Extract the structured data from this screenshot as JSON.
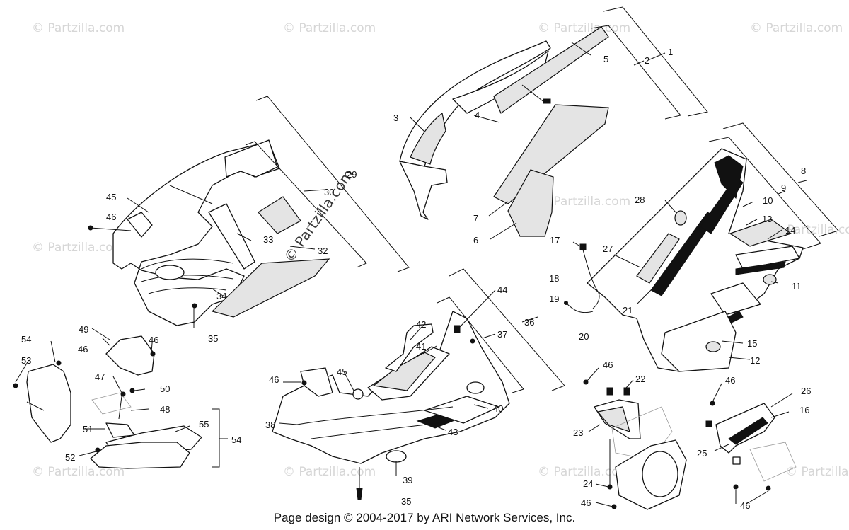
{
  "watermark": {
    "small": "© Partzilla.com",
    "large": "© Partzilla.com"
  },
  "footer": {
    "credit": "Page design © 2004-2017 by ARI Network Services, Inc."
  },
  "callouts": {
    "c1": "1",
    "c2": "2",
    "c3": "3",
    "c4": "4",
    "c5": "5",
    "c6": "6",
    "c7": "7",
    "c8": "8",
    "c9": "9",
    "c10": "10",
    "c11": "11",
    "c12": "12",
    "c13": "13",
    "c14": "14",
    "c15": "15",
    "c16": "16",
    "c17": "17",
    "c18": "18",
    "c19": "19",
    "c20": "20",
    "c21": "21",
    "c22": "22",
    "c23": "23",
    "c24": "24",
    "c25": "25",
    "c26": "26",
    "c27": "27",
    "c28": "28",
    "c29": "29",
    "c30": "30",
    "c32": "32",
    "c33": "33",
    "c34": "34",
    "c35a": "35",
    "c35b": "35",
    "c36": "36",
    "c37": "37",
    "c38": "38",
    "c39": "39",
    "c40": "40",
    "c41": "41",
    "c42": "42",
    "c43": "43",
    "c44": "44",
    "c45a": "45",
    "c45b": "45",
    "c46a": "46",
    "c46b": "46",
    "c46c": "46",
    "c46d": "46",
    "c46e": "46",
    "c46f": "46",
    "c46g": "46",
    "c46h": "46",
    "c47": "47",
    "c48": "48",
    "c49": "49",
    "c50": "50",
    "c51": "51",
    "c52": "52",
    "c53": "53",
    "c54a": "54",
    "c54b": "54",
    "c55": "55"
  }
}
